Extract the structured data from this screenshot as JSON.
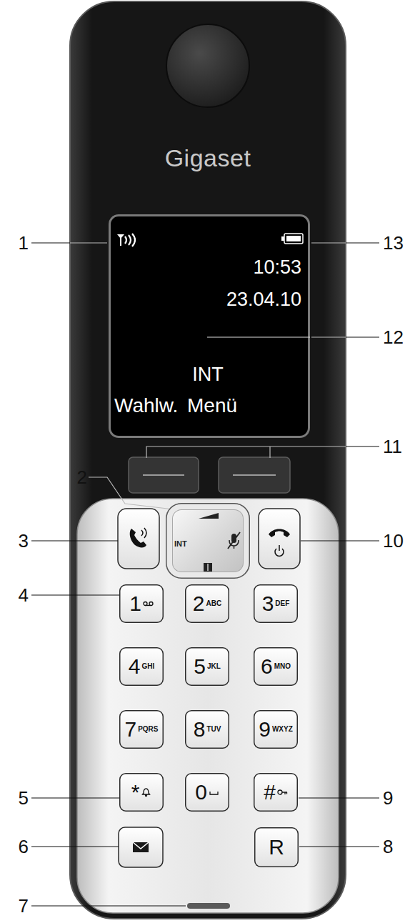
{
  "diagram": {
    "nodes": [
      {
        "text": [
          "Gigaset"
        ]
      },
      {
        "text": [
          "10:53",
          "23.04.10",
          "INT",
          "Wahlw.",
          "Menü"
        ],
        "in": 0
      },
      {
        "text": [
          "INT"
        ],
        "in": 0
      },
      {
        "text": [
          "1"
        ],
        "in": 0
      },
      {
        "text": [
          "2",
          "ABC"
        ],
        "in": 0
      },
      {
        "text": [
          "3",
          "DEF"
        ],
        "in": 0
      },
      {
        "text": [
          "4",
          "GHI"
        ],
        "in": 0
      },
      {
        "text": [
          "5",
          "JKL"
        ],
        "in": 0
      },
      {
        "text": [
          "6",
          "MNO"
        ],
        "in": 0
      },
      {
        "text": [
          "7",
          "PQRS"
        ],
        "in": 0
      },
      {
        "text": [
          "8",
          "TUV"
        ],
        "in": 0
      },
      {
        "text": [
          "9",
          "WXYZ"
        ],
        "in": 0
      },
      {
        "text": [
          "*"
        ],
        "in": 0
      },
      {
        "text": [
          "0"
        ],
        "in": 0
      },
      {
        "text": [
          "#"
        ],
        "in": 0
      },
      {
        "text": [
          "R"
        ],
        "in": 0
      }
    ],
    "labels": [
      "1",
      "13",
      "12",
      "11",
      "2",
      "3",
      "10",
      "4",
      "5",
      "9",
      "6",
      "8",
      "7"
    ]
  }
}
